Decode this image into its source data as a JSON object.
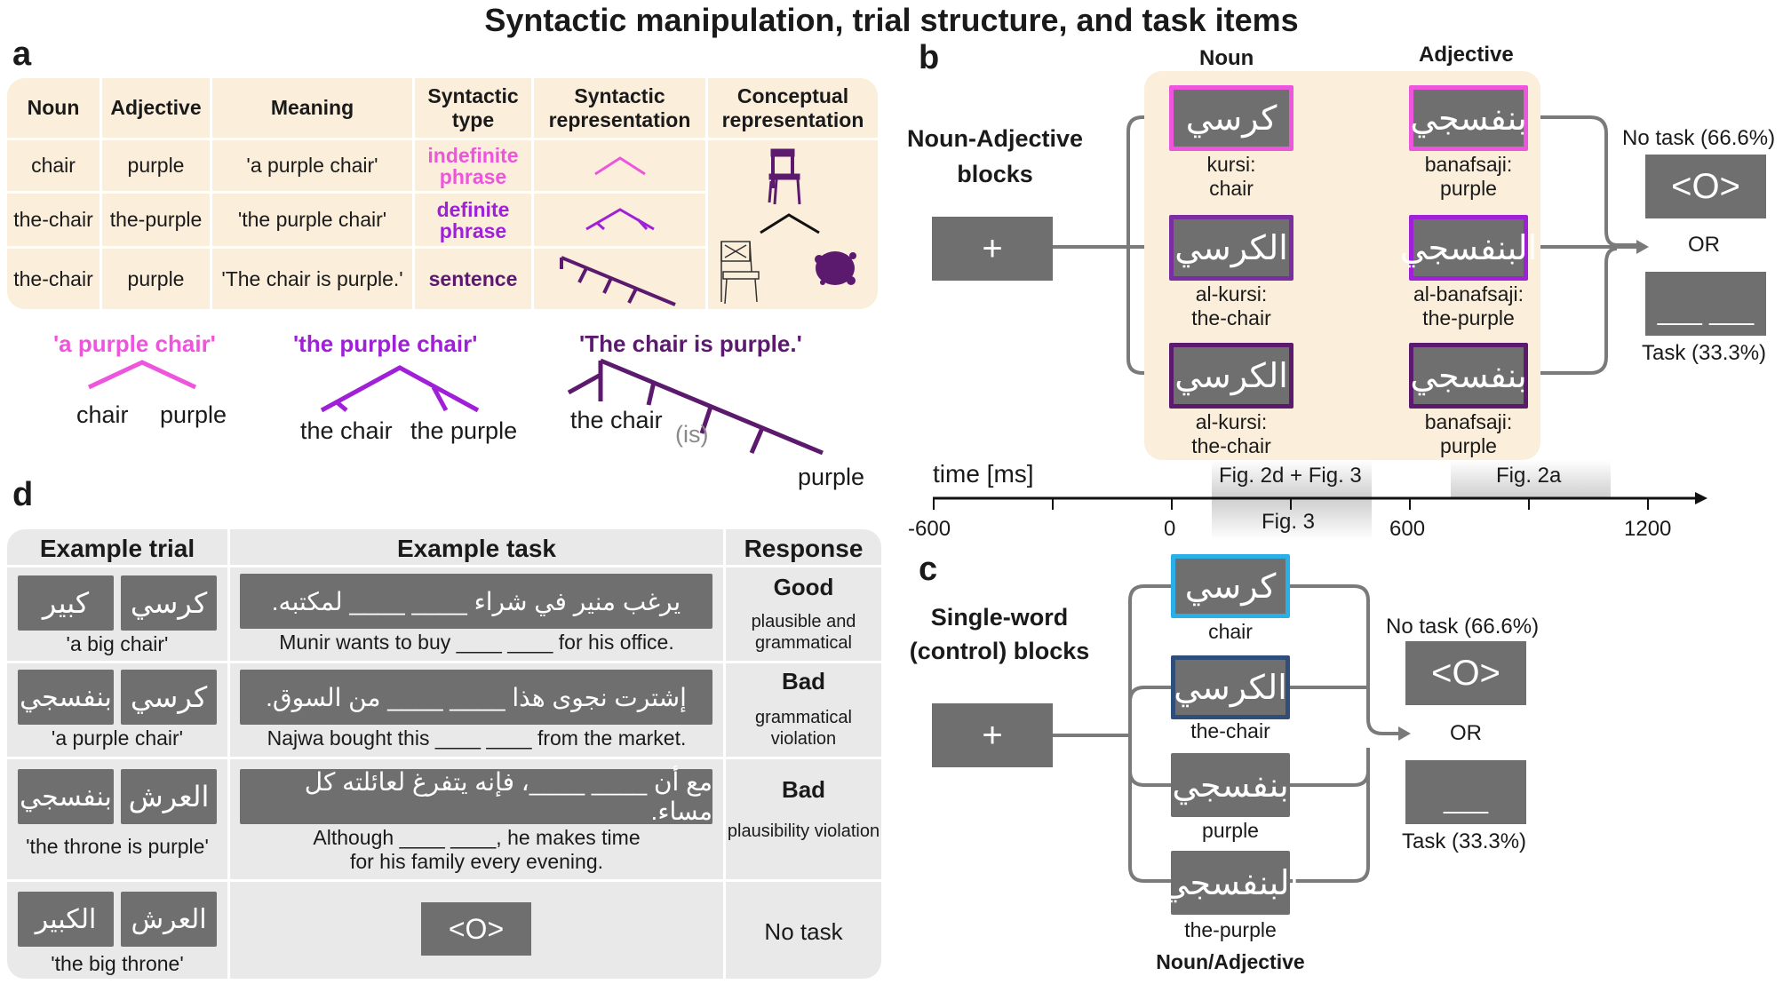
{
  "title": "Syntactic manipulation, trial structure, and task items",
  "panels": {
    "a": "a",
    "b": "b",
    "c": "c",
    "d": "d"
  },
  "panel_a": {
    "headers": [
      "Noun",
      "Adjective",
      "Meaning",
      "Syntactic type",
      "Syntactic representation",
      "Conceptual representation"
    ],
    "rows": [
      {
        "noun": "chair",
        "adjective": "purple",
        "meaning": "'a purple chair'",
        "type": "indefinite phrase"
      },
      {
        "noun": "the-chair",
        "adjective": "the-purple",
        "meaning": "'the purple chair'",
        "type": "definite phrase"
      },
      {
        "noun": "the-chair",
        "adjective": "purple",
        "meaning": "'The chair is purple.'",
        "type": "sentence"
      }
    ],
    "trees": [
      {
        "label": "'a purple chair'",
        "left": "chair",
        "right": "purple"
      },
      {
        "label": "'the purple chair'",
        "left": "the chair",
        "right": "the purple"
      },
      {
        "label": "'The chair is purple.'",
        "left": "the chair",
        "mid": "(is)",
        "right": "purple"
      }
    ]
  },
  "panel_b": {
    "col_noun": "Noun",
    "col_adjective": "Adjective",
    "block_label": "Noun-Adjective blocks",
    "fixation": "+",
    "rows": [
      {
        "noun_ar": "كرسي",
        "noun_cap": "kursi:",
        "noun_gloss": "chair",
        "adj_ar": "بنفسجي",
        "adj_cap": "banafsaji:",
        "adj_gloss": "purple"
      },
      {
        "noun_ar": "الكرسي",
        "noun_cap": "al-kursi:",
        "noun_gloss": "the-chair",
        "adj_ar": "البنفسجي",
        "adj_cap": "al-banafsaji:",
        "adj_gloss": "the-purple"
      },
      {
        "noun_ar": "الكرسي",
        "noun_cap": "al-kursi:",
        "noun_gloss": "the-chair",
        "adj_ar": "بنفسجي",
        "adj_cap": "banafsaji:",
        "adj_gloss": "purple"
      }
    ],
    "no_task": "No task (66.6%)",
    "no_task_symbol": "<O>",
    "or": "OR",
    "task": "Task (33.3%)",
    "task_symbol": "___ ___"
  },
  "timeline": {
    "label": "time [ms]",
    "ticks": [
      "-600",
      "0",
      "600",
      "1200"
    ],
    "window1": "Fig. 2d + Fig. 3",
    "window2": "Fig. 2a",
    "window3": "Fig. 3"
  },
  "panel_c": {
    "block_label": "Single-word (control) blocks",
    "fixation": "+",
    "words": [
      {
        "ar": "كرسي",
        "gloss": "chair"
      },
      {
        "ar": "الكرسي",
        "gloss": "the-chair"
      },
      {
        "ar": "بنفسجي",
        "gloss": "purple"
      },
      {
        "ar": "البنفسجي",
        "gloss": "the-purple"
      }
    ],
    "footer": "Noun/Adjective",
    "no_task": "No task (66.6%)",
    "no_task_symbol": "<O>",
    "or": "OR",
    "task": "Task (33.3%)",
    "task_symbol": "___"
  },
  "panel_d": {
    "headers": [
      "Example trial",
      "Example task",
      "Response"
    ],
    "rows": [
      {
        "w_left": "كبير",
        "w_right": "كرسي",
        "gloss": "'a big chair'",
        "task_ar": "يرغب منير في شراء ____ ____ لمكتبه.",
        "task_en": "Munir wants to buy ____ ____ for his office.",
        "resp": "Good",
        "resp_sub": "plausible and grammatical"
      },
      {
        "w_left": "بنفسجي",
        "w_right": "كرسي",
        "gloss": "'a purple chair'",
        "task_ar": "إشترت نجوى هذا ____ ____ من السوق.",
        "task_en": "Najwa bought this ____ ____ from the market.",
        "resp": "Bad",
        "resp_sub": "grammatical violation"
      },
      {
        "w_left": "بنفسجي",
        "w_right": "العرش",
        "gloss": "'the throne is purple'",
        "task_ar": "مع أن ____ ____، فإنه يتفرغ لعائلته كل مساء.",
        "task_en": "Although ____ ____, he makes time",
        "task_en2": "for his family every evening.",
        "resp": "Bad",
        "resp_sub": "plausibility violation"
      },
      {
        "w_left": "الكبير",
        "w_right": "العرش",
        "gloss": "'the big throne'",
        "task_symbol": "<O>",
        "resp": "No task"
      }
    ]
  },
  "colors": {
    "pink": "#ee55dd",
    "violet": "#a020d8",
    "dark_purple": "#5c1a6e",
    "blue": "#2ab0e6",
    "navy": "#2f4f7a",
    "box_gray": "#6f6f6f",
    "beige": "#fbeedb"
  }
}
